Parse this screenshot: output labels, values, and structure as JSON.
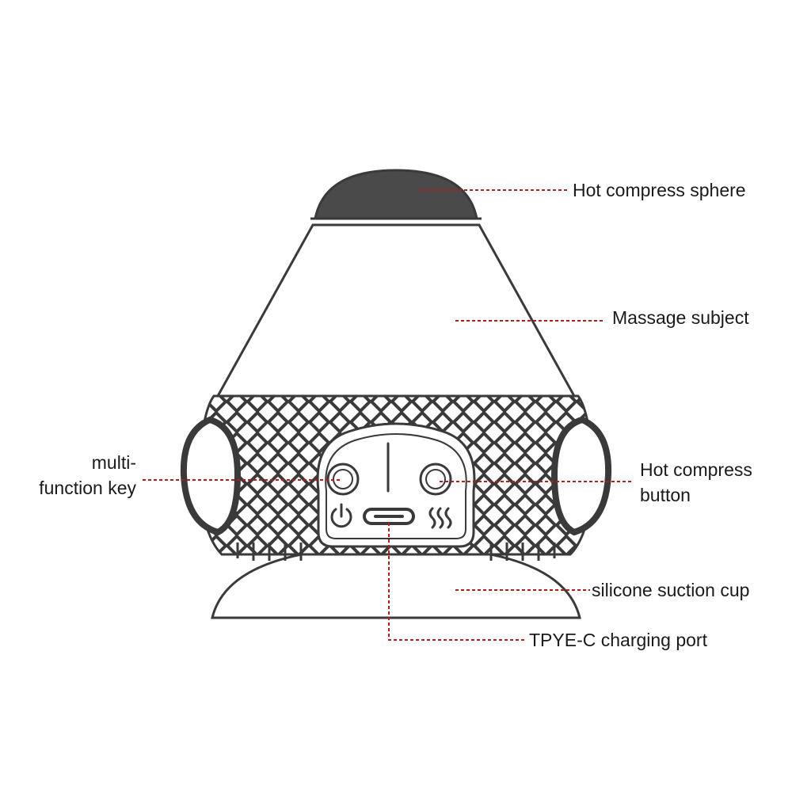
{
  "labels": {
    "hot_compress_sphere": "Hot compress sphere",
    "massage_subject": "Massage subject",
    "multi_function_key": [
      "multi-",
      "function key"
    ],
    "hot_compress_button": [
      "Hot compress",
      "button"
    ],
    "silicone_suction_cup": "silicone suction cup",
    "type_c_charging_port": "TPYE-C charging port"
  },
  "colors": {
    "outline": "#3a3a3a",
    "sphere_fill": "#4a4a4a",
    "leader_line": "#b71c1c",
    "text": "#1a1a1a"
  },
  "icons": {
    "power": "power-icon",
    "heat": "heat-waves-icon",
    "port": "usb-c-port-icon"
  }
}
